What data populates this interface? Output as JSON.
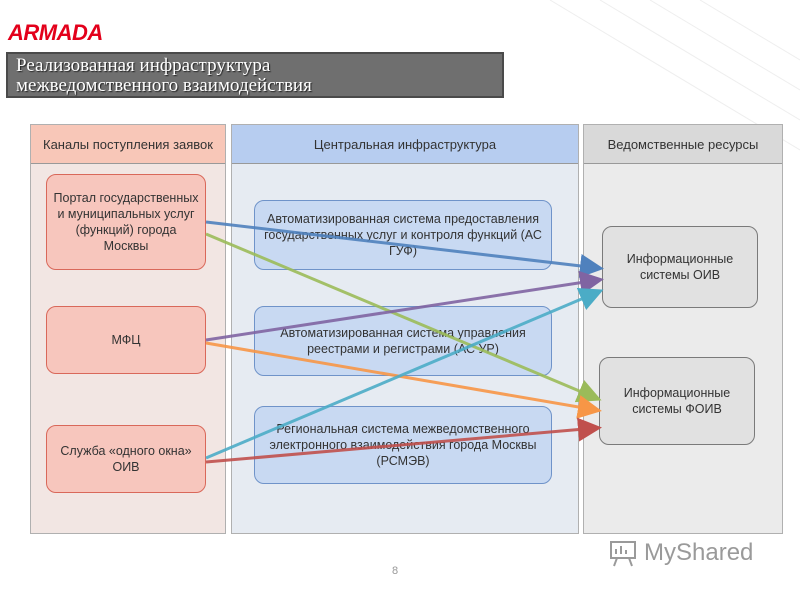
{
  "brand": {
    "logo_text": "ARMADA",
    "logo_color": "#e3001b"
  },
  "title": {
    "line1": "Реализованная инфраструктура",
    "line2": "межведомственного взаимодействия"
  },
  "columns": {
    "left": {
      "header": "Каналы поступления заявок"
    },
    "middle": {
      "header": "Центральная инфраструктура"
    },
    "right": {
      "header": "Ведомственные ресурсы"
    }
  },
  "nodes": {
    "portal": "Портал государственных и муниципальных услуг (функций) города Москвы",
    "mfc": "МФЦ",
    "one_window": "Служба «одного окна» ОИВ",
    "as_guf": "Автоматизированная система предоставления государственных услуг и контроля функций (АС ГУФ)",
    "as_ur": "Автоматизированная система управления реестрами и регистрами (АС УР)",
    "rsmev": "Региональная система межведомственного электронного взаимодействия города Москвы (РСМЭВ)",
    "is_oiv": "Информационные системы ОИВ",
    "is_foiv": "Информационные системы ФОИВ"
  },
  "arrow_colors": {
    "blue": "#4f81bd",
    "green": "#9bbb59",
    "purple": "#8064a2",
    "orange": "#f79646",
    "teal": "#4bacc6",
    "red": "#c0504d"
  },
  "page_number": "8",
  "watermark": {
    "text": "MyShared",
    "icon": "presentation-board-icon"
  }
}
